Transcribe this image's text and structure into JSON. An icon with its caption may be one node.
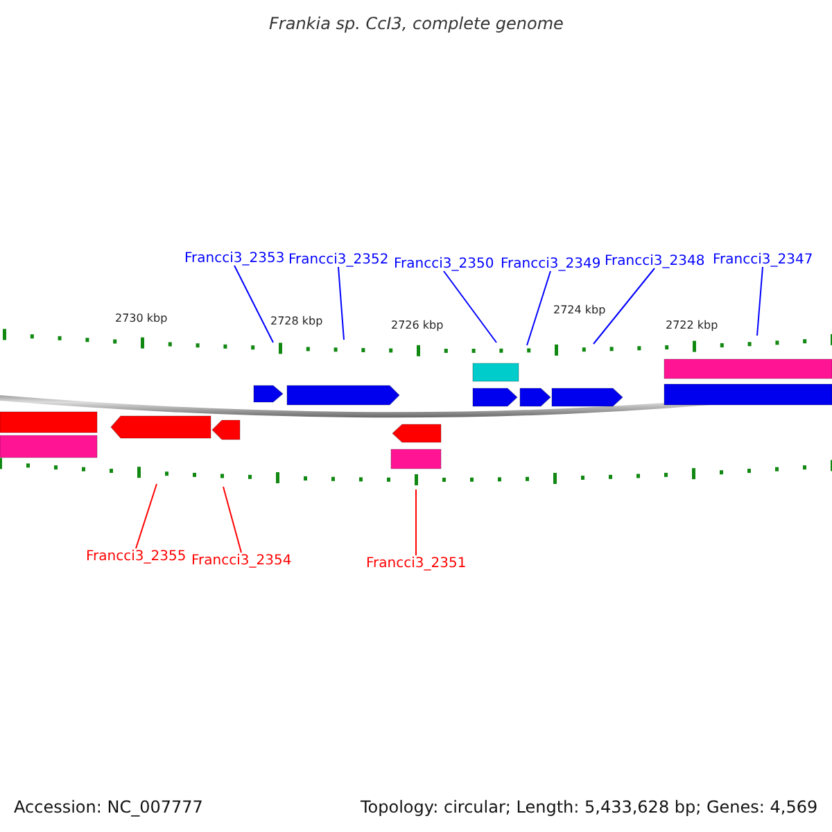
{
  "diagram": {
    "title": "Frankia sp. CcI3, complete genome",
    "nodes": [
      {
        "text": [
          "Francci3_2353"
        ]
      },
      {
        "text": [
          "Francci3_2352"
        ]
      },
      {
        "text": [
          "Francci3_2350"
        ]
      },
      {
        "text": [
          "Francci3_2349"
        ]
      },
      {
        "text": [
          "Francci3_2348"
        ]
      },
      {
        "text": [
          "Francci3_2347"
        ]
      },
      {
        "text": [
          "Francci3_2355"
        ]
      },
      {
        "text": [
          "Francci3_2354"
        ]
      },
      {
        "text": [
          "Francci3_2351"
        ]
      }
    ],
    "edges": [
      {
        "from": 0,
        "to": null,
        "arrow": "none"
      },
      {
        "from": 1,
        "to": null,
        "arrow": "none"
      },
      {
        "from": 2,
        "to": null,
        "arrow": "none"
      },
      {
        "from": 3,
        "to": null,
        "arrow": "none"
      },
      {
        "from": 4,
        "to": null,
        "arrow": "none"
      },
      {
        "from": 5,
        "to": null,
        "arrow": "none"
      },
      {
        "from": 6,
        "to": null,
        "arrow": "none",
        "color": "#ff0000"
      },
      {
        "from": 7,
        "to": null,
        "arrow": "none",
        "color": "#ff0000"
      },
      {
        "from": 8,
        "to": null,
        "arrow": "none",
        "color": "#ff0000"
      }
    ],
    "labels": [
      "2730 kbp",
      "2728 kbp",
      "2726 kbp",
      "2724 kbp",
      "2722 kbp",
      "Accession: NC_007777",
      "Topology: circular; Length: 5,433,628 bp; Genes: 4,569"
    ]
  }
}
